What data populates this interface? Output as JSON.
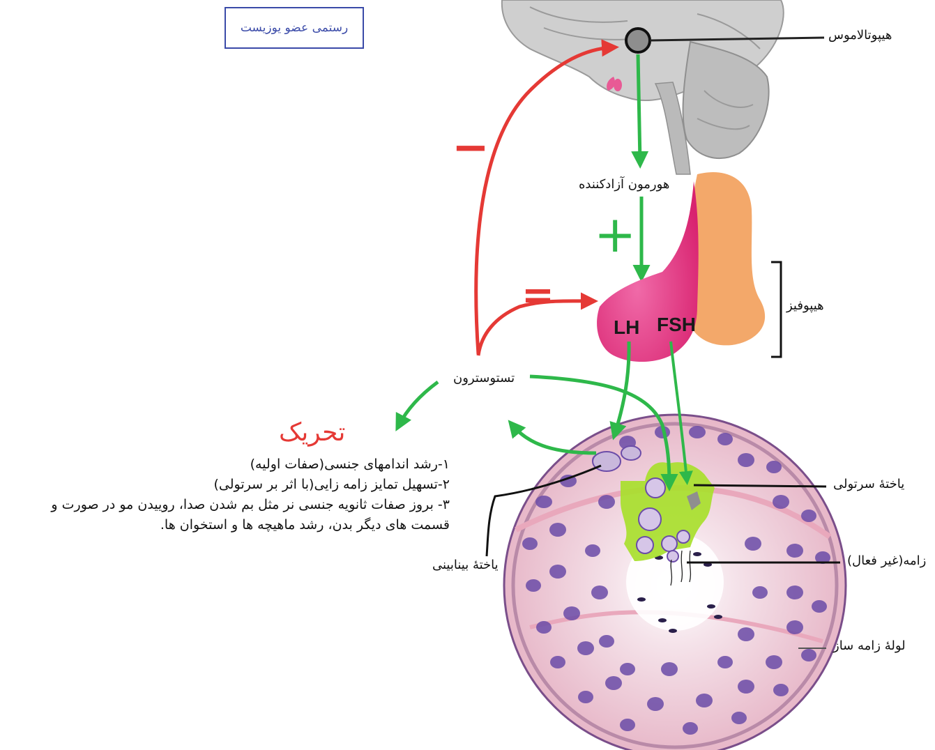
{
  "credit": "رستمی عضو یوزیست",
  "labels": {
    "hypothalamus": "هیپوتالاموس",
    "releasing_hormone": "هورمون آزادکننده",
    "pituitary": "هیپوفیز",
    "lh": "LH",
    "fsh": "FSH",
    "testosterone": "تستوسترون",
    "sertoli_cell": "یاختهٔ سرتولی",
    "sperm_inactive": "زامه(غیر فعال)",
    "seminiferous_tubule": "لولهٔ زامه ساز",
    "interstitial_cell": "یاختهٔ بینابینی"
  },
  "signs": {
    "minus_1": "−",
    "minus_2": "=",
    "plus": "+"
  },
  "stimulation": {
    "title": "تحریک",
    "items": [
      "۱-رشد اندامهای جنسی(صفات اولیه)",
      "۲-تسهیل تمایز زامه زایی(با اثر بر سرتولی)",
      "۳- بروز صفات ثانویه جنسی نر مثل بم شدن صدا، روییدن مو در صورت و قسمت های دیگر بدن، رشد ماهیچه ها و استخوان ها."
    ]
  },
  "colors": {
    "stimulate_arrow": "#2eb84a",
    "inhibit_arrow": "#e53935",
    "pituitary_anterior": "#e0307e",
    "pituitary_posterior": "#f3a86a",
    "brain": "#c9c9c9",
    "tubule_wall": "#c77fa8",
    "sertoli": "#a8e02c",
    "cell_nucleus": "#6b4ca8"
  }
}
